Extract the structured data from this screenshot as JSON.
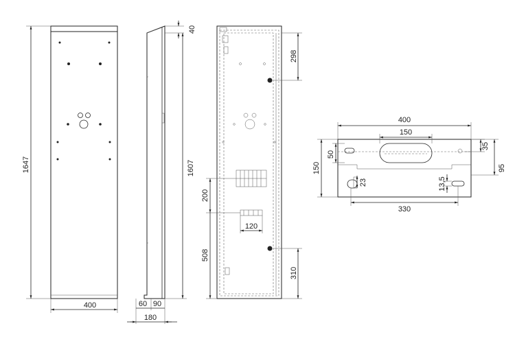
{
  "dimensions": {
    "front_height": "1647",
    "front_width": "400",
    "side_height": "1607",
    "side_top": "40",
    "side_base_a": "60",
    "side_base_b": "90",
    "side_base_total": "180",
    "interior_top_offset": "298",
    "interior_mid": "200",
    "interior_bottom": "508",
    "interior_terminal_width": "120",
    "interior_bottom_right": "310",
    "bracket_width": "400",
    "bracket_slot": "150",
    "bracket_height": "150",
    "bracket_inner_50": "50",
    "bracket_35": "35",
    "bracket_95": "95",
    "bracket_23": "23",
    "bracket_13_5": "13,5",
    "bracket_330": "330"
  }
}
